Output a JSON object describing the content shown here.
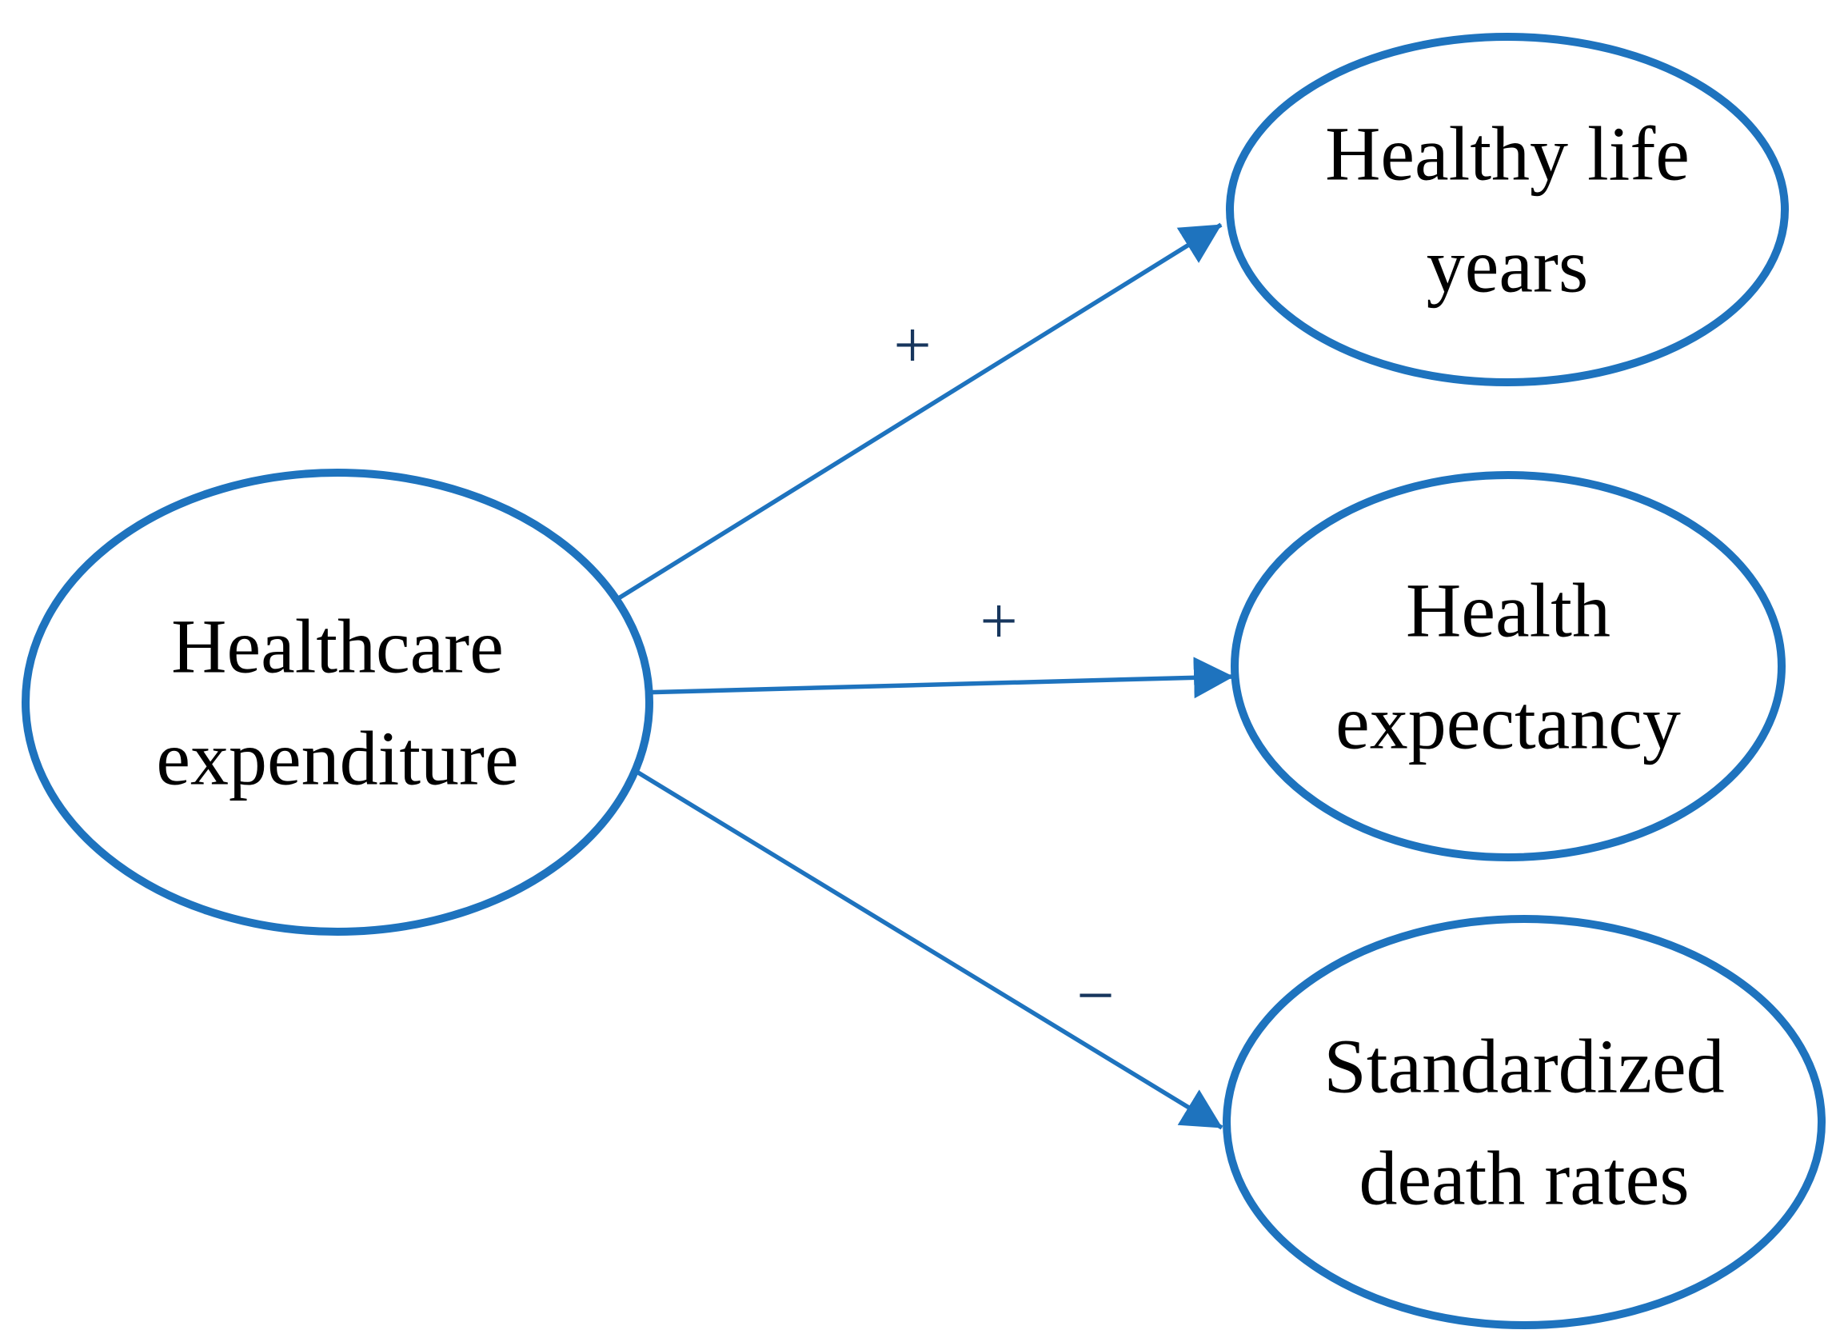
{
  "diagram": {
    "nodes": {
      "source": {
        "label": "Healthcare expenditure",
        "line1": "Healthcare",
        "line2": "expenditure"
      },
      "healthy_life_years": {
        "label": "Healthy life years",
        "line1": "Healthy life",
        "line2": "years"
      },
      "health_expectancy": {
        "label": "Health expectancy",
        "line1": "Health",
        "line2": "expectancy"
      },
      "standardized_death_rates": {
        "label": "Standardized death rates",
        "line1": "Standardized",
        "line2": "death rates"
      }
    },
    "edges": [
      {
        "from": "Healthcare expenditure",
        "to": "Healthy life years",
        "sign": "+"
      },
      {
        "from": "Healthcare expenditure",
        "to": "Health expectancy",
        "sign": "+"
      },
      {
        "from": "Healthcare expenditure",
        "to": "Standardized death rates",
        "sign": "−"
      }
    ],
    "colors": {
      "shape_stroke": "#1e73be",
      "sign_text": "#17365d",
      "label_text": "#000000",
      "background": "#ffffff"
    }
  }
}
